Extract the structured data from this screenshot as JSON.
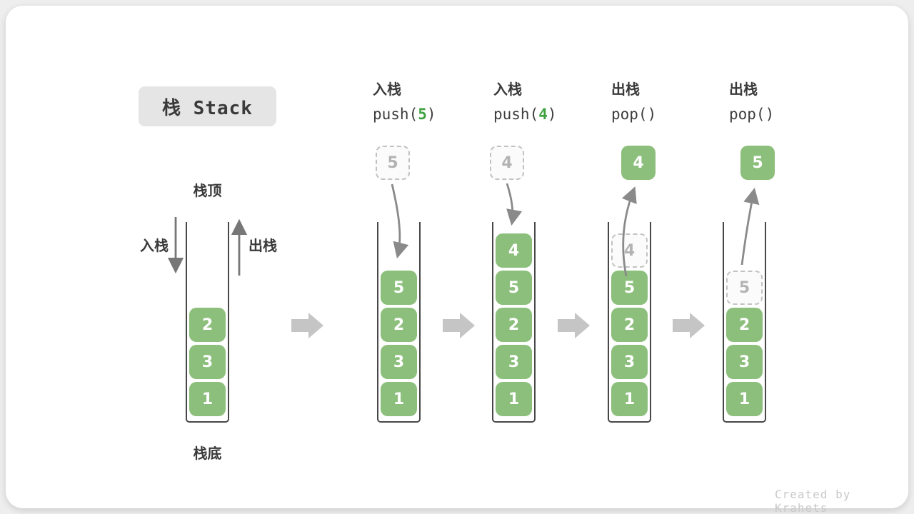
{
  "title": "栈 Stack",
  "watermark": "Created by Krahets",
  "left_labels": {
    "stack_top": "栈顶",
    "stack_bottom": "栈底",
    "push": "入栈",
    "pop": "出栈"
  },
  "colors": {
    "badge_bg": "#e5e5e5",
    "text_dark": "#3a3a3a",
    "box_green": "#8cbf7c",
    "code_arg_green": "#3fa23f",
    "dashed_border": "#c2c2c2",
    "dashed_text": "#b3b3b3",
    "curve_arrow_gray": "#8a8a8a",
    "straight_arrow_gray": "#777777",
    "block_arrow_gray": "#c5c5c5"
  },
  "columns": [
    {
      "name": "stack-initial",
      "header": null,
      "top_box": null,
      "cells": [
        {
          "slot": 2,
          "value": "2",
          "variant": "solid"
        },
        {
          "slot": 3,
          "value": "3",
          "variant": "solid"
        },
        {
          "slot": 4,
          "value": "1",
          "variant": "solid"
        }
      ]
    },
    {
      "name": "stack-after-push-5",
      "header": {
        "op": "入栈",
        "code_pre": "push(",
        "code_arg": "5",
        "code_post": ")"
      },
      "top_box": {
        "value": "5",
        "variant": "dashed"
      },
      "arrow": "push",
      "cells": [
        {
          "slot": 1,
          "value": "5",
          "variant": "solid"
        },
        {
          "slot": 2,
          "value": "2",
          "variant": "solid"
        },
        {
          "slot": 3,
          "value": "3",
          "variant": "solid"
        },
        {
          "slot": 4,
          "value": "1",
          "variant": "solid"
        }
      ]
    },
    {
      "name": "stack-after-push-4",
      "header": {
        "op": "入栈",
        "code_pre": "push(",
        "code_arg": "4",
        "code_post": ")"
      },
      "top_box": {
        "value": "4",
        "variant": "dashed"
      },
      "arrow": "push",
      "cells": [
        {
          "slot": 0,
          "value": "4",
          "variant": "solid"
        },
        {
          "slot": 1,
          "value": "5",
          "variant": "solid"
        },
        {
          "slot": 2,
          "value": "2",
          "variant": "solid"
        },
        {
          "slot": 3,
          "value": "3",
          "variant": "solid"
        },
        {
          "slot": 4,
          "value": "1",
          "variant": "solid"
        }
      ]
    },
    {
      "name": "stack-after-pop-4",
      "header": {
        "op": "出栈",
        "code_pre": "pop(",
        "code_arg": "",
        "code_post": ")"
      },
      "top_box": {
        "value": "4",
        "variant": "solid"
      },
      "arrow": "pop",
      "cells": [
        {
          "slot": 0,
          "value": "4",
          "variant": "dashed"
        },
        {
          "slot": 1,
          "value": "5",
          "variant": "solid"
        },
        {
          "slot": 2,
          "value": "2",
          "variant": "solid"
        },
        {
          "slot": 3,
          "value": "3",
          "variant": "solid"
        },
        {
          "slot": 4,
          "value": "1",
          "variant": "solid"
        }
      ]
    },
    {
      "name": "stack-after-pop-5",
      "header": {
        "op": "出栈",
        "code_pre": "pop(",
        "code_arg": "",
        "code_post": ")"
      },
      "top_box": {
        "value": "5",
        "variant": "solid"
      },
      "arrow": "pop",
      "cells": [
        {
          "slot": 1,
          "value": "5",
          "variant": "dashed"
        },
        {
          "slot": 2,
          "value": "2",
          "variant": "solid"
        },
        {
          "slot": 3,
          "value": "3",
          "variant": "solid"
        },
        {
          "slot": 4,
          "value": "1",
          "variant": "solid"
        }
      ]
    }
  ]
}
